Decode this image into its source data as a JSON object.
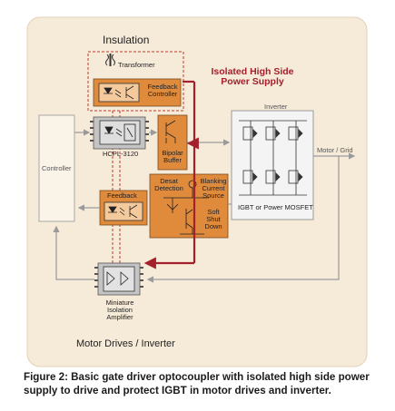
{
  "labels": {
    "insulation": "Insulation",
    "transformer": "Transformer",
    "isolated_supply_line1": "Isolated High Side",
    "isolated_supply_line2": "Power Supply",
    "feedback_controller_line1": "Feedback",
    "feedback_controller_line2": "Controller",
    "controller": "Controller",
    "hcpl": "HCPL-3120",
    "bipolar_line1": "Bipolar",
    "bipolar_line2": "Buffer",
    "inverter": "Inverter",
    "motor_grid": "Motor / Grid",
    "igbt": "IGBT or Power MOSFET",
    "feedback": "Feedback",
    "desat_line1": "Desat",
    "desat_line2": "Detection",
    "blanking_line1": "Blanking",
    "blanking_line2": "Current",
    "blanking_line3": "Source",
    "soft_line1": "Soft",
    "soft_line2": "Shut",
    "soft_line3": "Down",
    "amp_line1": "Miniature",
    "amp_line2": "Isolation",
    "amp_line3": "Amplifier",
    "motor_drives": "Motor Drives / Inverter"
  },
  "caption": "Figure 2: Basic gate driver optocoupler with isolated high side power supply to drive and protect IGBT in motor drives and inverter.",
  "colors": {
    "background_panel": "#f6ead8",
    "orange_block": "#e08a3c",
    "accent_red": "#a3202c",
    "gray_block": "#c4c4c4"
  }
}
